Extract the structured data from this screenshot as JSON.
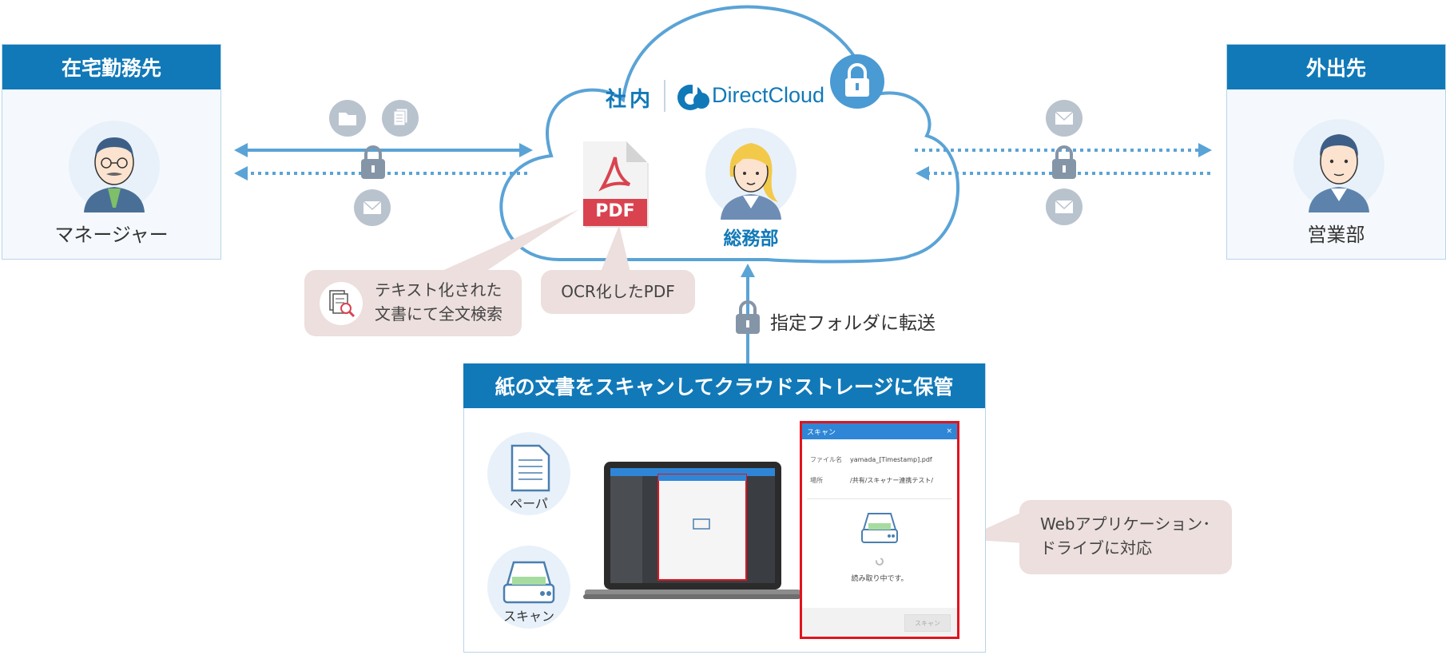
{
  "left_panel": {
    "title": "在宅勤務先",
    "label": "マネージャー"
  },
  "right_panel": {
    "title": "外出先",
    "label": "営業部"
  },
  "cloud": {
    "company_label": "社内",
    "brand_name": "DirectCloud",
    "pdf_badge": "PDF",
    "department_label": "総務部"
  },
  "callouts": {
    "search_line1": "テキスト化された",
    "search_line2": "文書にて全文検索",
    "ocr": "OCR化したPDF",
    "web_line1": "Webアプリケーション･",
    "web_line2": "ドライブに対応"
  },
  "transfer_label": "指定フォルダに転送",
  "bottom": {
    "title": "紙の文書をスキャンしてクラウドストレージに保管",
    "paper_label": "ペーパ",
    "scan_label": "スキャン"
  },
  "dialog": {
    "title": "スキャン",
    "close": "×",
    "file_key": "ファイル名",
    "file_value": "yamada_[Timestamp].pdf",
    "location_key": "場所",
    "location_value": "/共有/スキャナー連携テスト/",
    "status": "読み取り中です。",
    "button": "スキャン"
  },
  "colors": {
    "brand_blue": "#1179b8",
    "arrow_blue": "#5aa3d6",
    "lock_gray": "#8595a8",
    "callout_bg": "#ecdfdd",
    "pdf_red": "#d9434f",
    "dialog_border": "#e0141e"
  },
  "icons": [
    "folder-icon",
    "documents-icon",
    "mail-icon",
    "lock-icon",
    "pdf-icon",
    "paper-icon",
    "scanner-icon",
    "search-document-icon"
  ]
}
